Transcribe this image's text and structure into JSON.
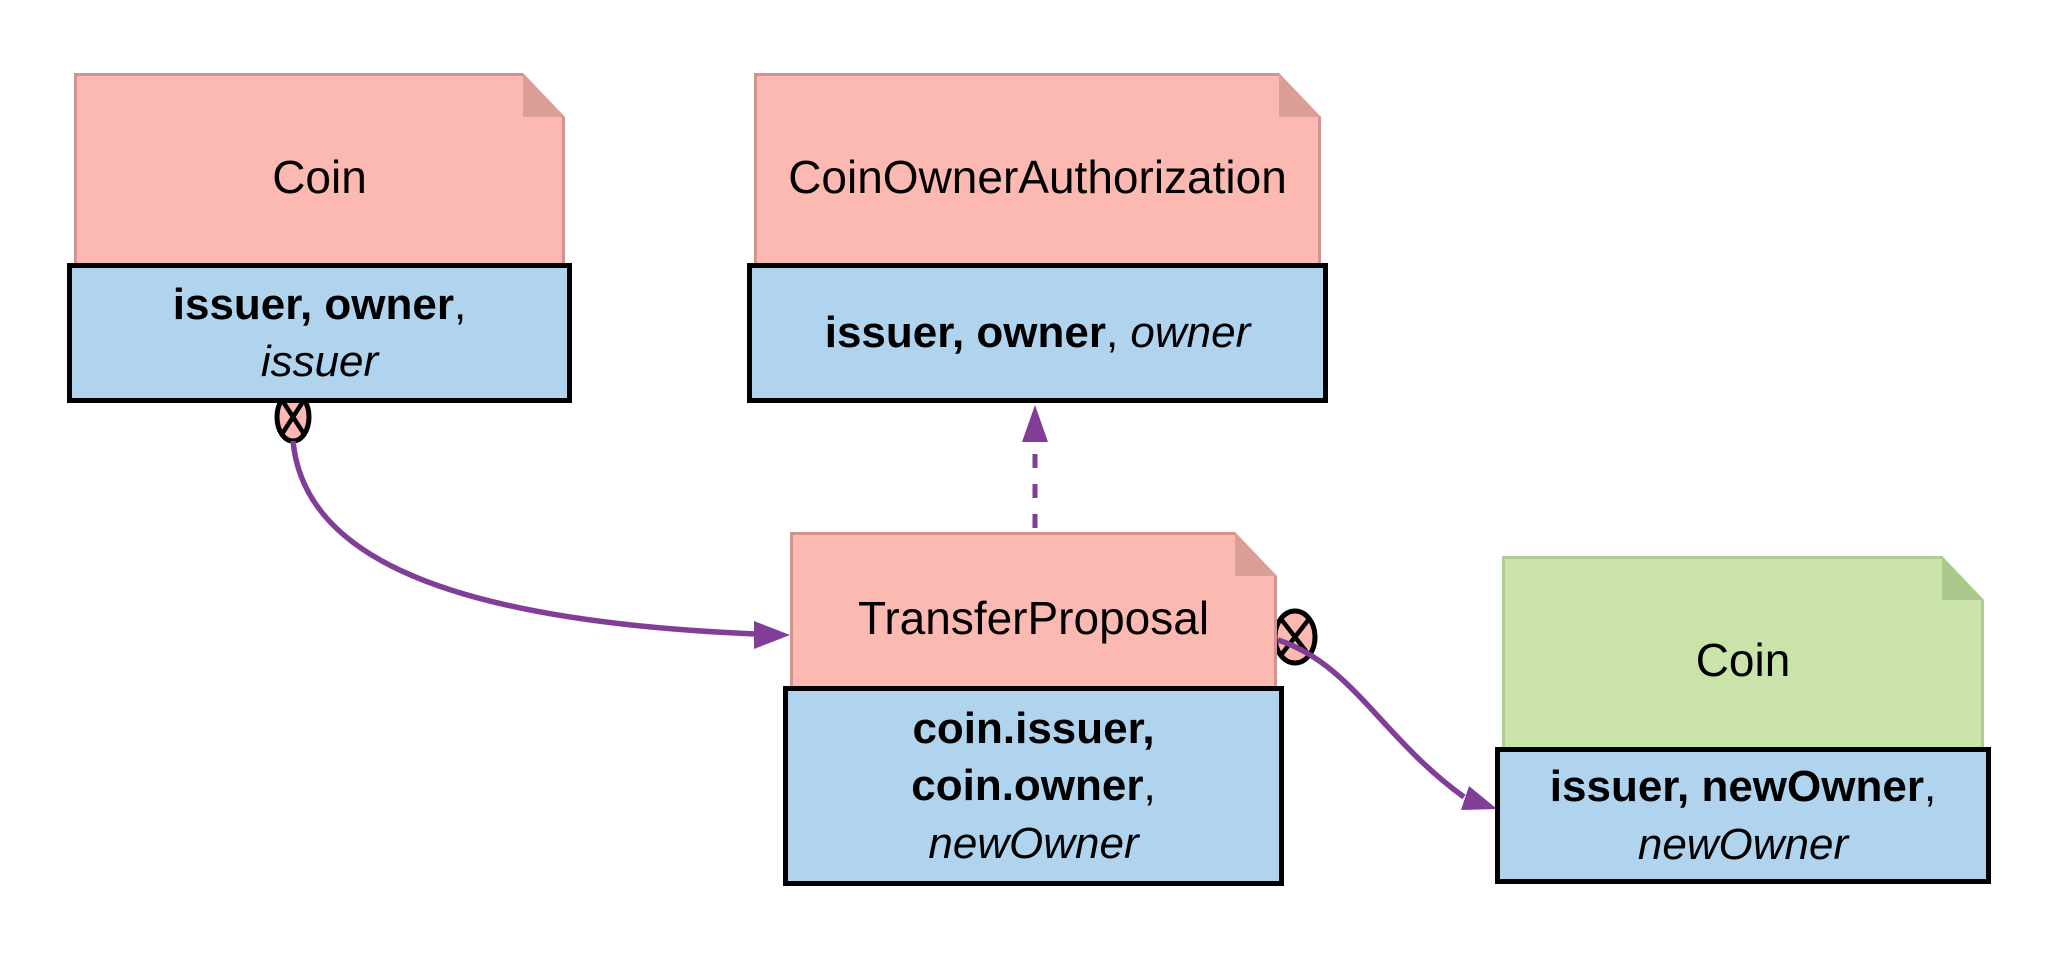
{
  "colors": {
    "canvas_bg": "#FFFFFF",
    "pink_fill": "#FBB9B1",
    "pink_border": "#D1938B",
    "pink_fold": "#DB9E96",
    "blue_fill": "#B0D4EE",
    "green_fill": "#C9E3AB",
    "green_border": "#AECC94",
    "green_fold": "#ABC98D",
    "line_black": "#000000",
    "arrow_purple": "#803E96"
  },
  "nodes": {
    "coin_old": {
      "title": "Coin",
      "signatories": "issuer, owner",
      "sig_comma": ",",
      "observers": "issuer"
    },
    "auth": {
      "title": "CoinOwnerAuthorization",
      "signatories": "issuer, owner",
      "separator": ", ",
      "observers": "owner"
    },
    "proposal": {
      "title": "TransferProposal",
      "sig_line1": "coin.issuer,",
      "sig_line2": "coin.owner",
      "sig_comma": ",",
      "observers": "newOwner"
    },
    "coin_new": {
      "title": "Coin",
      "signatories": "issuer, newOwner",
      "sig_comma": ",",
      "observers": "newOwner"
    }
  }
}
